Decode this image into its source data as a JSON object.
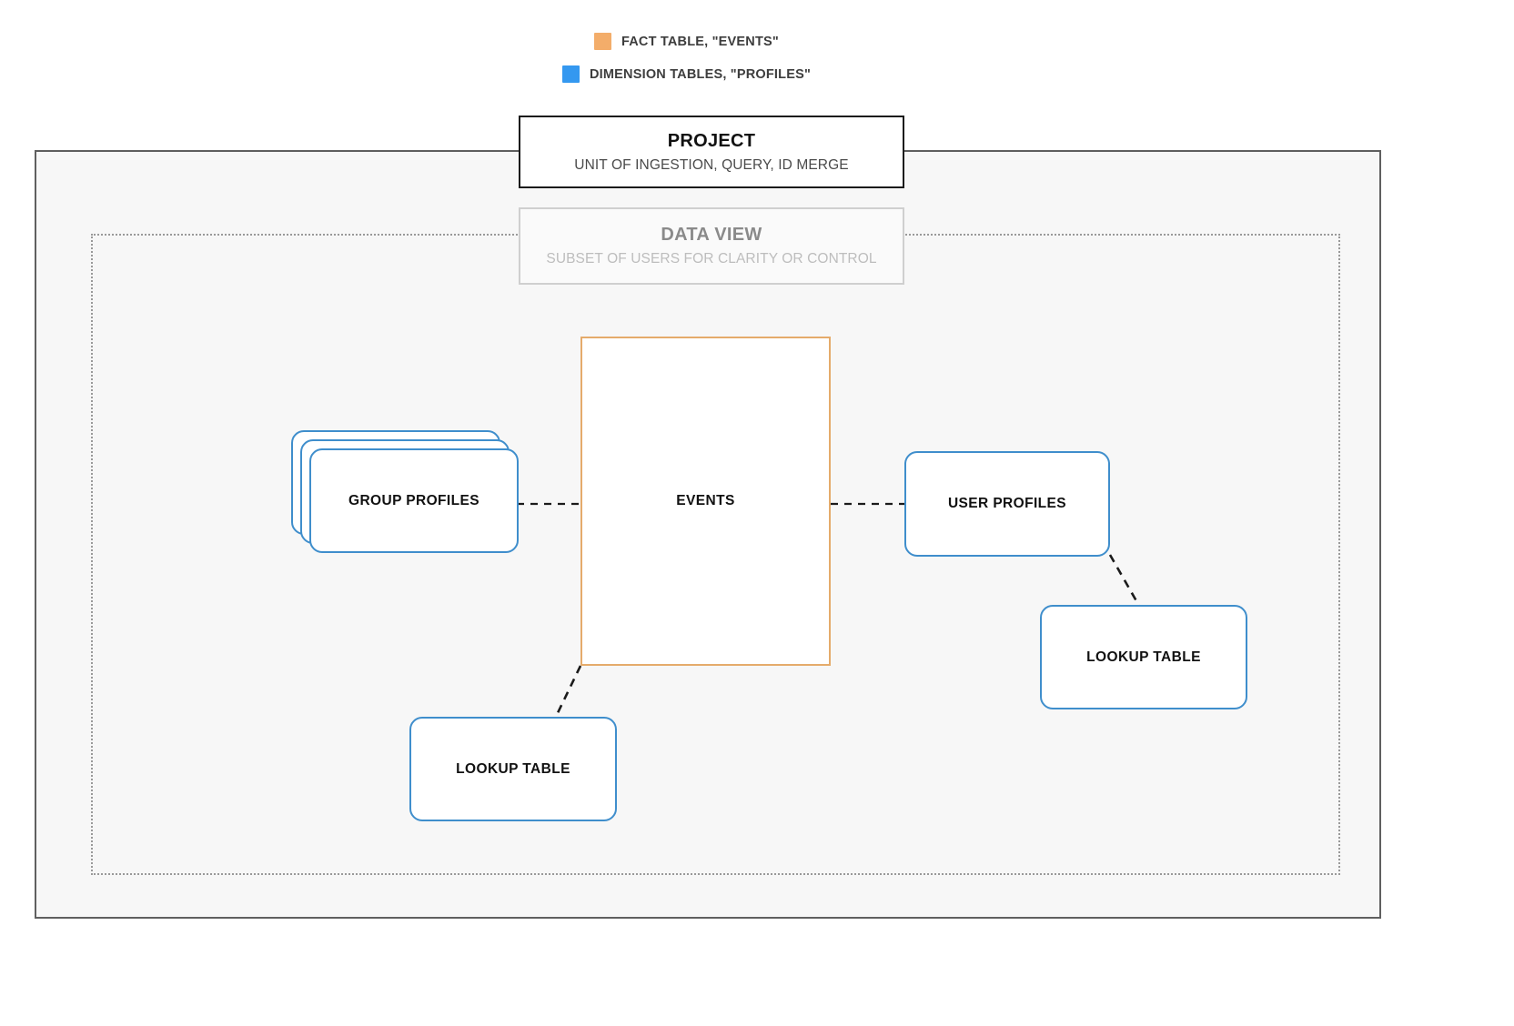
{
  "legend": {
    "items": [
      {
        "label": "FACT TABLE, \"EVENTS\"",
        "color": "#f3ad6a",
        "icon": "square-swatch-icon"
      },
      {
        "label": "DIMENSION TABLES, \"PROFILES\"",
        "color": "#3498f0",
        "icon": "square-swatch-icon"
      }
    ]
  },
  "project": {
    "title": "PROJECT",
    "subtitle": "UNIT OF INGESTION, QUERY, ID MERGE",
    "border_color": "#1b1b1b"
  },
  "data_view": {
    "title": "DATA VIEW",
    "subtitle": "SUBSET OF USERS FOR CLARITY OR CONTROL",
    "border_color": "#cfcfcf"
  },
  "nodes": {
    "events": {
      "label": "EVENTS",
      "type": "fact",
      "color": "#e5ab6b"
    },
    "group_profiles": {
      "label": "GROUP PROFILES",
      "type": "dimension",
      "color": "#3f8ecc",
      "stacked": "3"
    },
    "user_profiles": {
      "label": "USER PROFILES",
      "type": "dimension",
      "color": "#3f8ecc"
    },
    "lookup_left": {
      "label": "LOOKUP TABLE",
      "type": "dimension",
      "color": "#3f8ecc"
    },
    "lookup_right": {
      "label": "LOOKUP TABLE",
      "type": "dimension",
      "color": "#3f8ecc"
    }
  },
  "connectors": {
    "style": "dashed",
    "color": "#1b1b1b",
    "edges": [
      {
        "from": "group_profiles",
        "to": "events"
      },
      {
        "from": "events",
        "to": "user_profiles"
      },
      {
        "from": "events",
        "to": "lookup_left"
      },
      {
        "from": "user_profiles",
        "to": "lookup_right"
      }
    ]
  },
  "containers": {
    "outer_fill": "#f7f7f7",
    "outer_border": "#5f5f5f",
    "inner_border": "#999999"
  }
}
